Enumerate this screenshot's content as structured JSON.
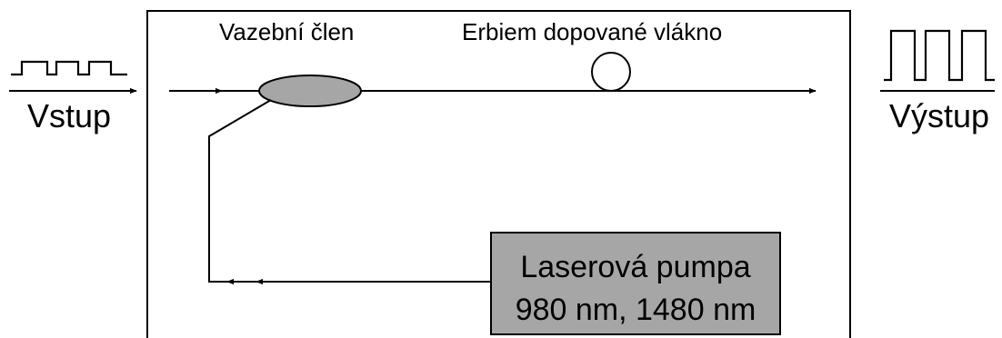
{
  "labels": {
    "coupler": "Vazební člen",
    "fiber": "Erbiem dopované vlákno",
    "input": "Vstup",
    "output": "Výstup",
    "pump_line1": "Laserová pumpa",
    "pump_line2": "980 nm, 1480 nm"
  },
  "colors": {
    "coupler_fill": "#a6a6a6",
    "pump_fill": "#a6a6a6",
    "stroke": "#000000"
  }
}
